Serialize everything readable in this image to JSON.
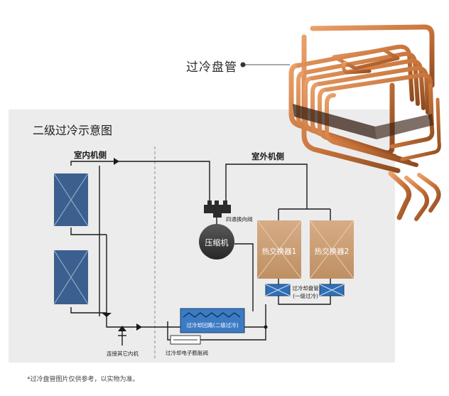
{
  "callout": {
    "coil_label": "过冷盘管"
  },
  "diagram": {
    "title": "二级过冷示意图",
    "indoor_side": "室内机侧",
    "outdoor_side": "室外机侧",
    "four_way_valve": "四通换向阀",
    "compressor": "压缩机",
    "heat_exchanger_1": "热交换器1",
    "heat_exchanger_2": "热交换器2",
    "subcooling_coil_line1": "过冷却盘管",
    "subcooling_coil_line2": "(一级过冷)",
    "subcooling_circuit": "过冷却回路(二级过冷)",
    "expansion_valve": "过冷却电子膨胀阀",
    "connect_indoor": "连接其它内机"
  },
  "footnote": "*过冷盘管图片仅供参考，以实物为准。",
  "colors": {
    "copper": "#c8743a",
    "heat_exchanger": "#c89a70",
    "blue_unit": "#3b5f8e",
    "blue_coil": "#2f6fb5",
    "compressor": "#3a3a3a",
    "panel_bg": "#ececec"
  }
}
